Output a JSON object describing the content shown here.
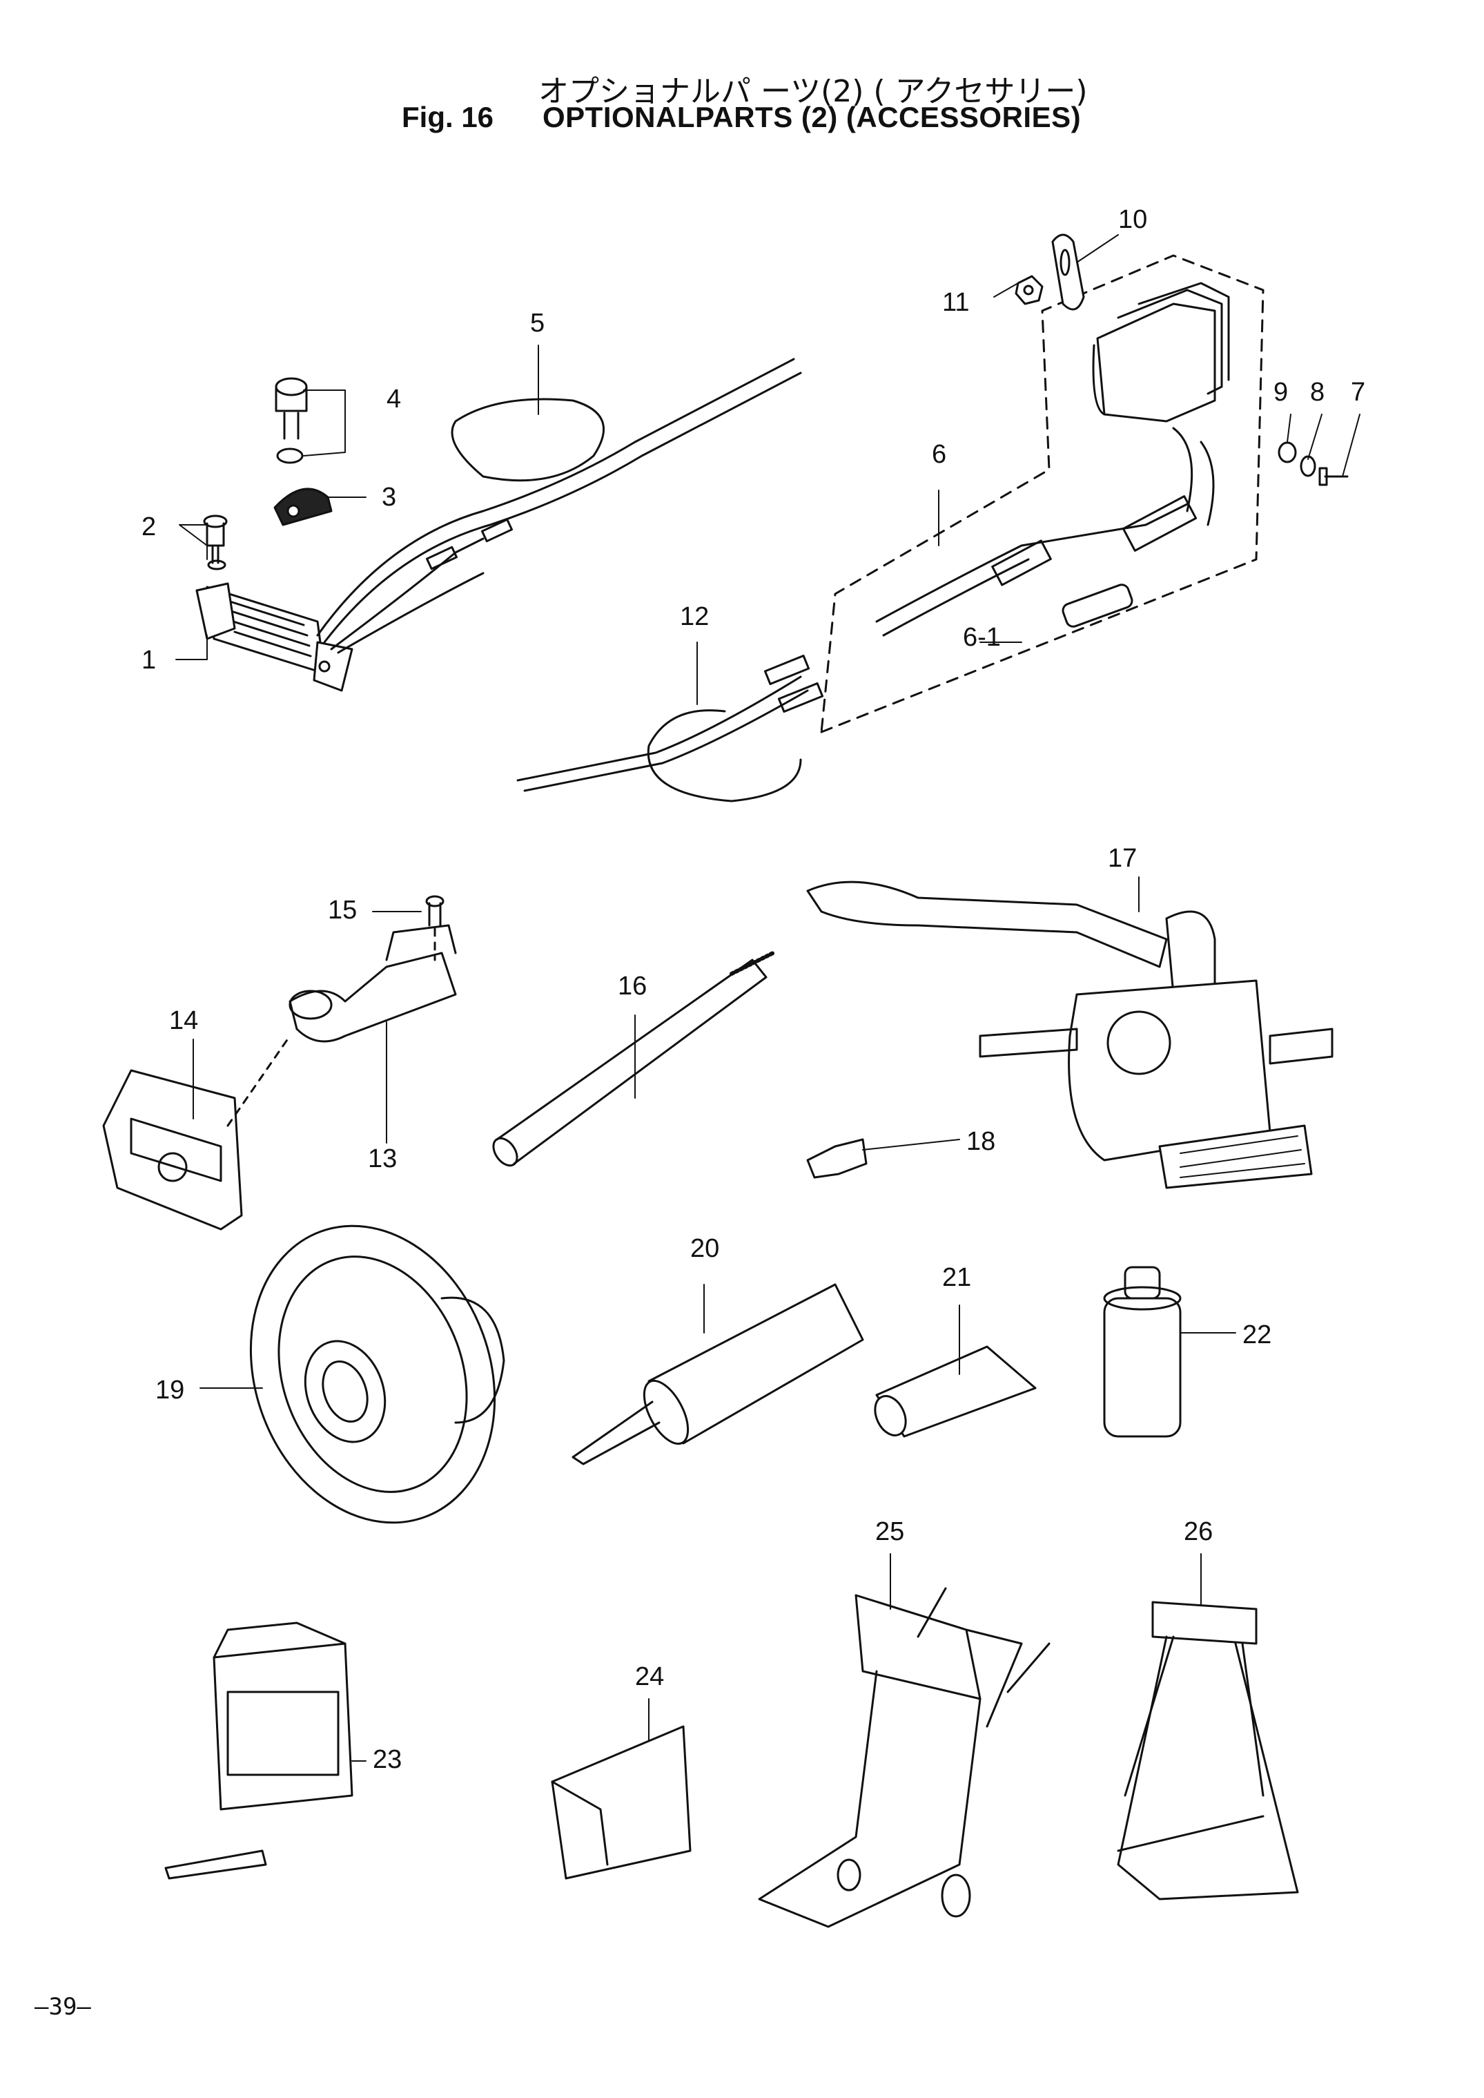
{
  "header": {
    "title_jp": "オプショナルパ ーツ(2) ( アクセサリー)",
    "fig_label": "Fig. 16",
    "title_en": "OPTIONALPARTS (2) (ACCESSORIES)"
  },
  "callouts": {
    "c1": "1",
    "c2": "2",
    "c3": "3",
    "c4": "4",
    "c5": "5",
    "c6": "6",
    "c6_1": "6-1",
    "c7": "7",
    "c8": "8",
    "c9": "9",
    "c10": "10",
    "c11": "11",
    "c12": "12",
    "c13": "13",
    "c14": "14",
    "c15": "15",
    "c16": "16",
    "c17": "17",
    "c18": "18",
    "c19": "19",
    "c20": "20",
    "c21": "21",
    "c22": "22",
    "c23": "23",
    "c24": "24",
    "c25": "25",
    "c26": "26"
  },
  "footer": {
    "page_number": "—39—"
  }
}
